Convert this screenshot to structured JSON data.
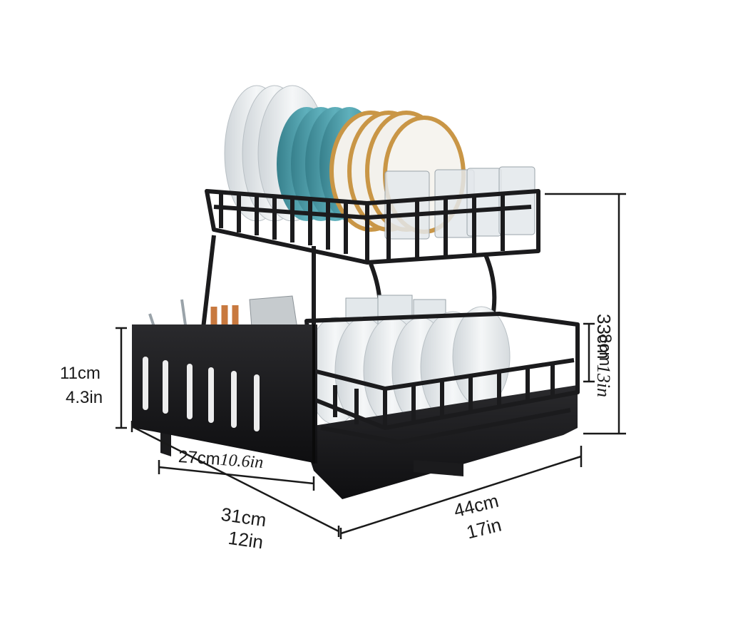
{
  "product": {
    "label_height_cm": "33cm",
    "label_height_in": "13in",
    "label_gap_cm": "8cm",
    "label_basket_cm": "11cm",
    "label_basket_in": "4.3in",
    "label_basket_w_cm": "27cm",
    "label_basket_w_in": "10.6in",
    "label_depth_cm": "31cm",
    "label_depth_in": "12in",
    "label_width_cm": "44cm",
    "label_width_in": "17in"
  },
  "colors": {
    "rack": "#1b1b1d",
    "plate_white": "#eef1f3",
    "plate_teal": "#4e9ba8",
    "plate_gold": "#c99646",
    "glass": "#dfe4e7"
  }
}
